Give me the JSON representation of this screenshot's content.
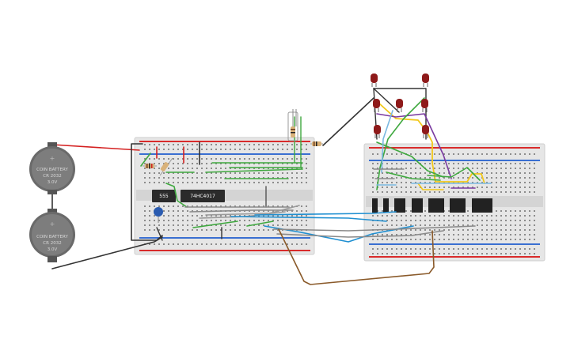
{
  "components": {
    "battery_top": {
      "line1": "COIN BATTERY",
      "line2": "CR 2032",
      "line3": "3.0V"
    },
    "battery_bottom": {
      "line1": "COIN BATTERY",
      "line2": "CR 2032",
      "line3": "3.0V"
    },
    "chip_555": "555",
    "chip_shift": "74HC4017"
  },
  "colors": {
    "breadboard": "#e6e6e6",
    "rail_red": "#d92b2b",
    "rail_blue": "#3a6fd1",
    "wire_red": "#d42020",
    "wire_black": "#333333",
    "wire_green": "#3ea83e",
    "wire_blue": "#1f8fd1",
    "wire_yellow": "#f2c81a",
    "wire_purple": "#7a3aa0",
    "wire_gray": "#8a8a8a",
    "wire_brown": "#8a5a2a",
    "wire_lightblue": "#7ab8e0",
    "led": "#8e1a1a"
  }
}
